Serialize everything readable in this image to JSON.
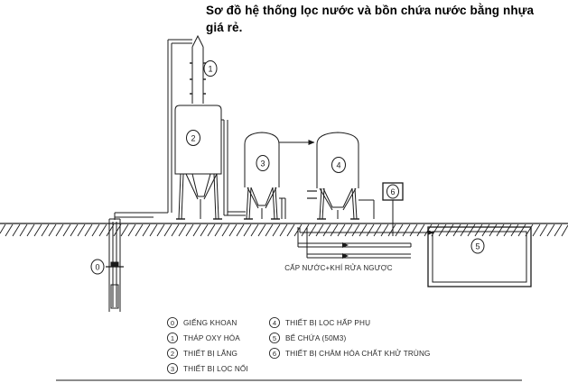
{
  "title": {
    "line1": "Sơ đồ hệ thống lọc nước và bồn chứa nước bằng nhựa",
    "line2": "giá rẻ."
  },
  "diagram": {
    "pipe_note": "CẤP NƯỚC+KHÍ RỬA NGƯỢC",
    "tags": {
      "well": "0",
      "oxidation_tower": "1",
      "settling_tank": "2",
      "floating_filter": "3",
      "adsorption_filter": "4",
      "reservoir": "5",
      "chemical_doser": "6"
    }
  },
  "legend": {
    "left_column": [
      {
        "num": "0",
        "label": "GIẾNG KHOAN"
      },
      {
        "num": "1",
        "label": "THÁP OXY HÓA"
      },
      {
        "num": "2",
        "label": "THIẾT BỊ LẮNG"
      },
      {
        "num": "3",
        "label": "THIẾT BỊ LỌC NỔI"
      }
    ],
    "right_column": [
      {
        "num": "4",
        "label": "THIẾT BỊ LỌC HẤP PHỤ"
      },
      {
        "num": "5",
        "label": "BỂ CHỨA (50M3)"
      },
      {
        "num": "6",
        "label": "THIẾT BỊ CHÂM HÓA CHẤT KHỬ TRÙNG"
      }
    ]
  },
  "colors": {
    "line": "#1a1a1a",
    "text": "#000000",
    "background": "#ffffff"
  }
}
